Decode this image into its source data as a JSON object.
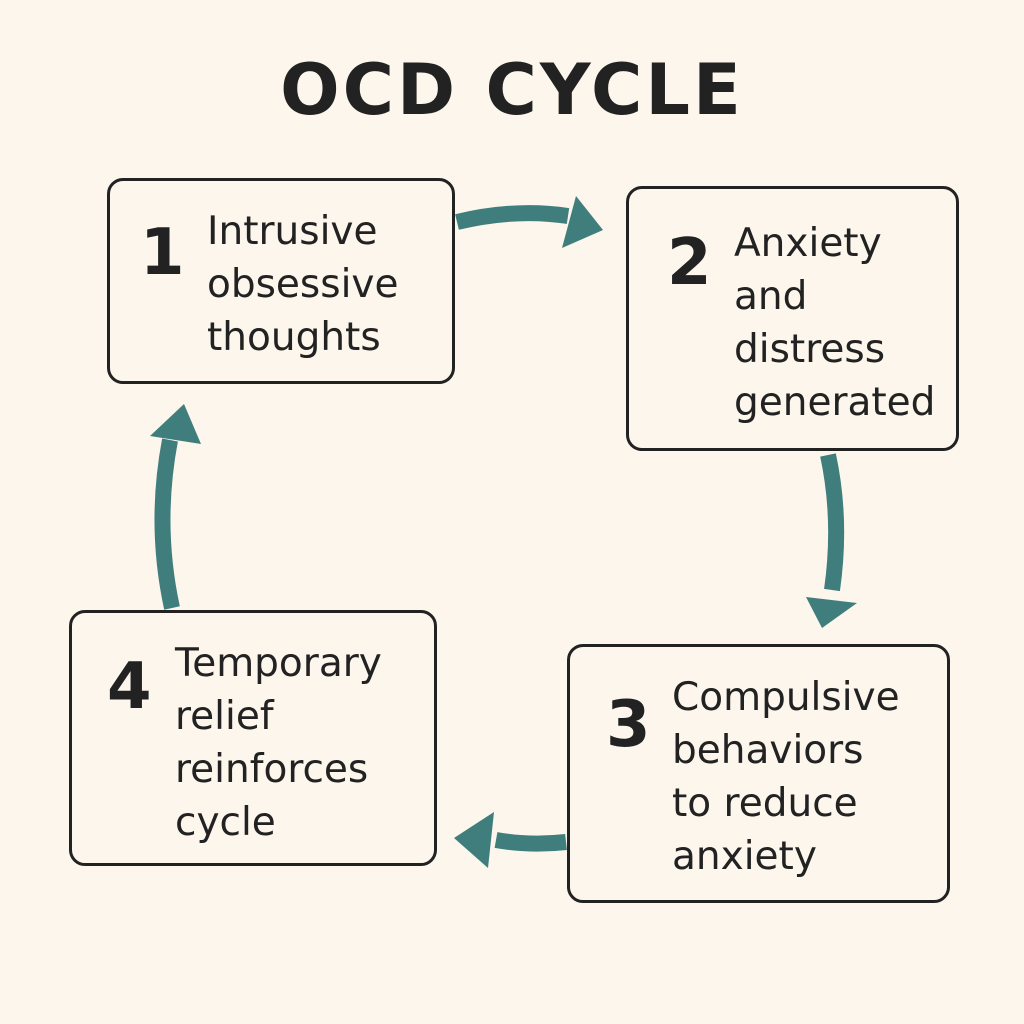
{
  "title": "OCD CYCLE",
  "colors": {
    "background": "#fcf6ec",
    "ink": "#222222",
    "arrow": "#3f7e7c"
  },
  "steps": [
    {
      "number": "1",
      "text": "Intrusive\nobsessive\nthoughts"
    },
    {
      "number": "2",
      "text": "Anxiety\nand\ndistress\ngenerated"
    },
    {
      "number": "3",
      "text": "Compulsive\nbehaviors\nto reduce\nanxiety"
    },
    {
      "number": "4",
      "text": "Temporary\nrelief\nreinforces\ncycle"
    }
  ]
}
